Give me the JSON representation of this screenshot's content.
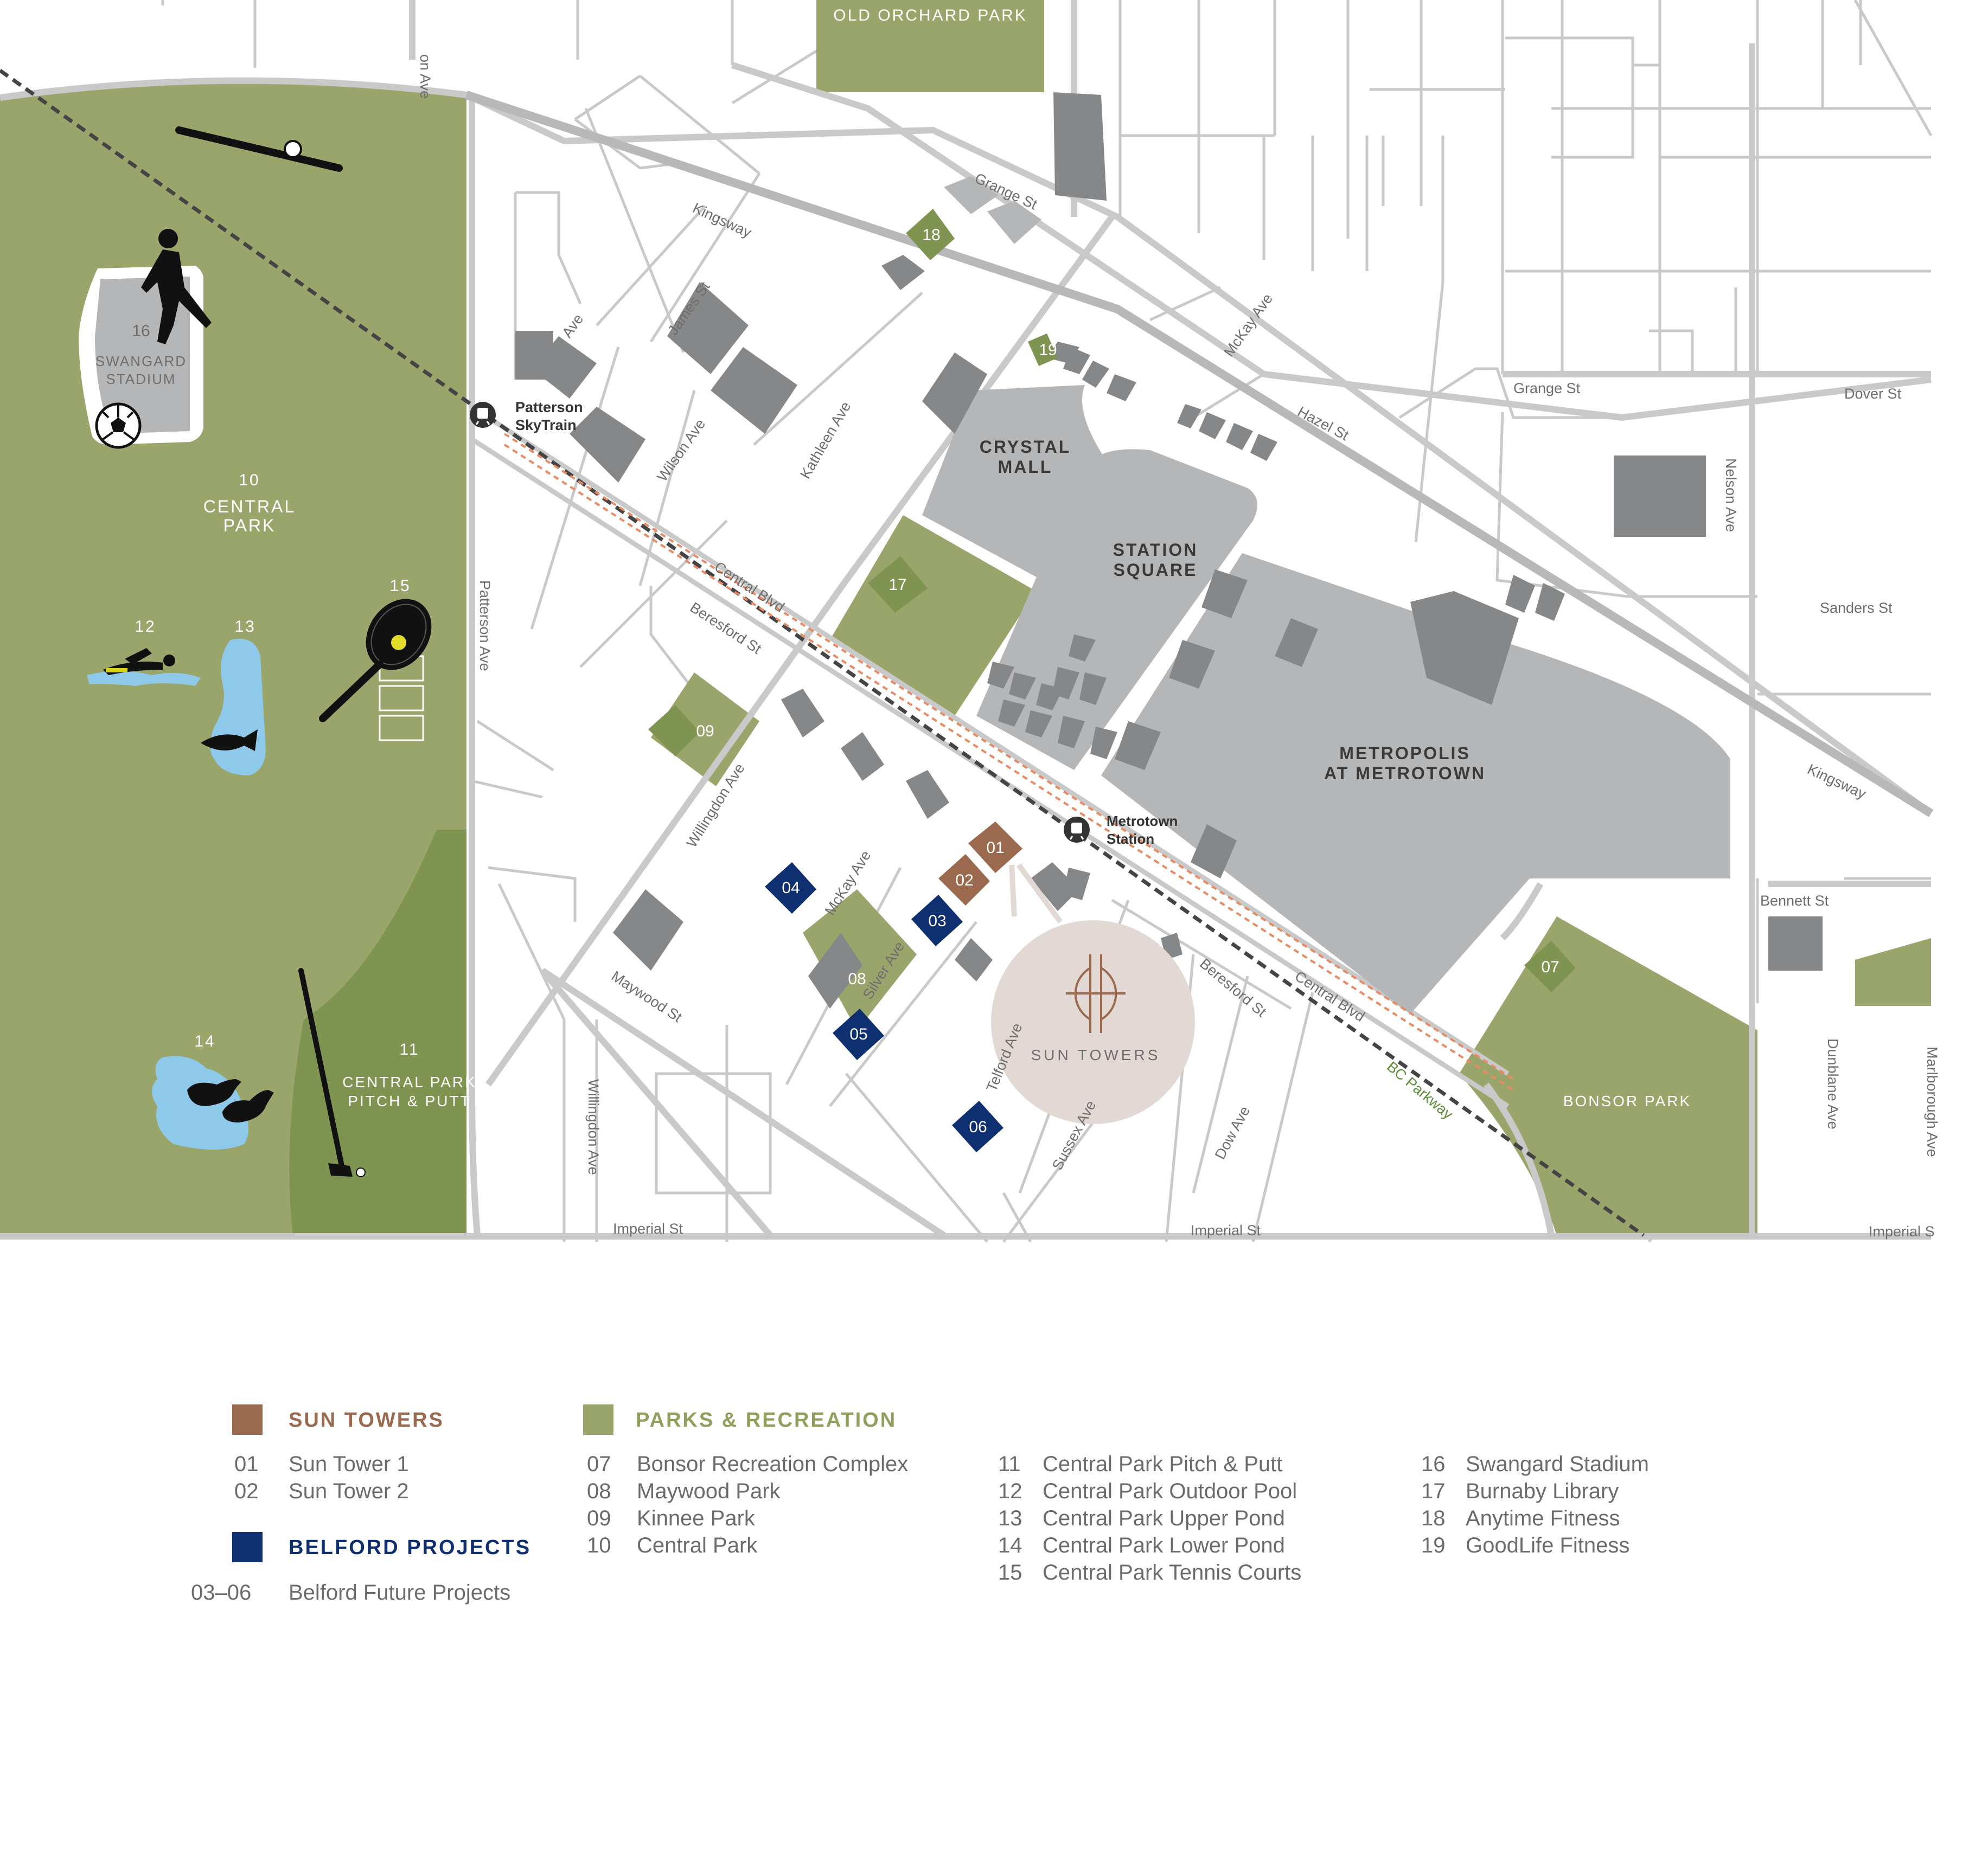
{
  "colors": {
    "park": "#9aa56c",
    "park_dark": "#7f9450",
    "building": "#868788",
    "mall": "#b5b6b8",
    "road": "#c9c9c9",
    "sun": "#9b6a4e",
    "belford": "#0f3070",
    "water": "#8ec9ea",
    "sun_circle": "#e2d9d4",
    "rail": "#444444",
    "parkway": "#e98a62"
  },
  "map": {
    "parks": {
      "old_orchard": "OLD ORCHARD PARK",
      "central_park_num": "10",
      "central_park_l1": "CENTRAL",
      "central_park_l2": "PARK",
      "pitch_putt_num": "11",
      "pitch_putt_l1": "CENTRAL PARK",
      "pitch_putt_l2": "PITCH & PUTT",
      "bonsor": "BONSOR PARK",
      "swangard_num": "16",
      "swangard_l1": "SWANGARD",
      "swangard_l2": "STADIUM"
    },
    "places": {
      "crystal_l1": "CRYSTAL",
      "crystal_l2": "MALL",
      "station_l1": "STATION",
      "station_l2": "SQUARE",
      "metropolis_l1": "METROPOLIS",
      "metropolis_l2": "AT METROTOWN",
      "sun_towers": "SUN TOWERS"
    },
    "stations": {
      "patterson_l1": "Patterson",
      "patterson_l2": "SkyTrain",
      "metrotown_l1": "Metrotown",
      "metrotown_l2": "Station"
    },
    "streets": {
      "kingsway_1": "Kingsway",
      "kingsway_2": "Kingsway",
      "grange_1": "Grange St",
      "grange_2": "Grange St",
      "dover": "Dover St",
      "sanders": "Sanders St",
      "bennett": "Bennett St",
      "imperial_1": "Imperial St",
      "imperial_2": "Imperial St",
      "imperial_3": "Imperial S",
      "hazel": "Hazel St",
      "mckay_1": "McKay Ave",
      "mckay_2": "McKay Ave",
      "james": "James St",
      "wilson": "Wilson Ave",
      "kathleen": "Kathleen Ave",
      "ave_top": "Ave",
      "on_ave": "on Ave",
      "patterson": "Patterson Ave",
      "central_blvd_1": "Central Blvd",
      "central_blvd_2": "Central Blvd",
      "beresford_1": "Beresford St",
      "beresford_2": "Beresford St",
      "willingdon_1": "Willingdon Ave",
      "willingdon_2": "Willingdon Ave",
      "maywood": "Maywood St",
      "silver": "Silver Ave",
      "telford": "Telford Ave",
      "sussex": "Sussex Ave",
      "dow": "Dow Ave",
      "nelson": "Nelson Ave",
      "dunblane": "Dunblane Ave",
      "marlborough": "Marlborough Ave",
      "bc_parkway": "BC Parkway"
    },
    "markers": {
      "m01": "01",
      "m02": "02",
      "m03": "03",
      "m04": "04",
      "m05": "05",
      "m06": "06",
      "m07": "07",
      "m08": "08",
      "m09": "09",
      "m12": "12",
      "m13": "13",
      "m14": "14",
      "m15": "15",
      "m17": "17",
      "m18": "18",
      "m19": "19"
    }
  },
  "legend": {
    "sun": {
      "heading": "SUN TOWERS",
      "items": [
        {
          "num": "01",
          "label": "Sun Tower 1"
        },
        {
          "num": "02",
          "label": "Sun Tower 2"
        }
      ]
    },
    "belford": {
      "heading": "BELFORD PROJECTS",
      "items": [
        {
          "num": "03–06",
          "label": "Belford Future Projects"
        }
      ]
    },
    "parks": {
      "heading": "PARKS & RECREATION",
      "col1": [
        {
          "num": "07",
          "label": "Bonsor Recreation Complex"
        },
        {
          "num": "08",
          "label": "Maywood Park"
        },
        {
          "num": "09",
          "label": "Kinnee Park"
        },
        {
          "num": "10",
          "label": "Central Park"
        }
      ],
      "col2": [
        {
          "num": "11",
          "label": "Central Park Pitch & Putt"
        },
        {
          "num": "12",
          "label": "Central Park Outdoor Pool"
        },
        {
          "num": "13",
          "label": "Central Park Upper Pond"
        },
        {
          "num": "14",
          "label": "Central Park Lower Pond"
        },
        {
          "num": "15",
          "label": "Central Park Tennis Courts"
        }
      ],
      "col3": [
        {
          "num": "16",
          "label": "Swangard Stadium"
        },
        {
          "num": "17",
          "label": "Burnaby Library"
        },
        {
          "num": "18",
          "label": "Anytime Fitness"
        },
        {
          "num": "19",
          "label": "GoodLife Fitness"
        }
      ]
    }
  }
}
